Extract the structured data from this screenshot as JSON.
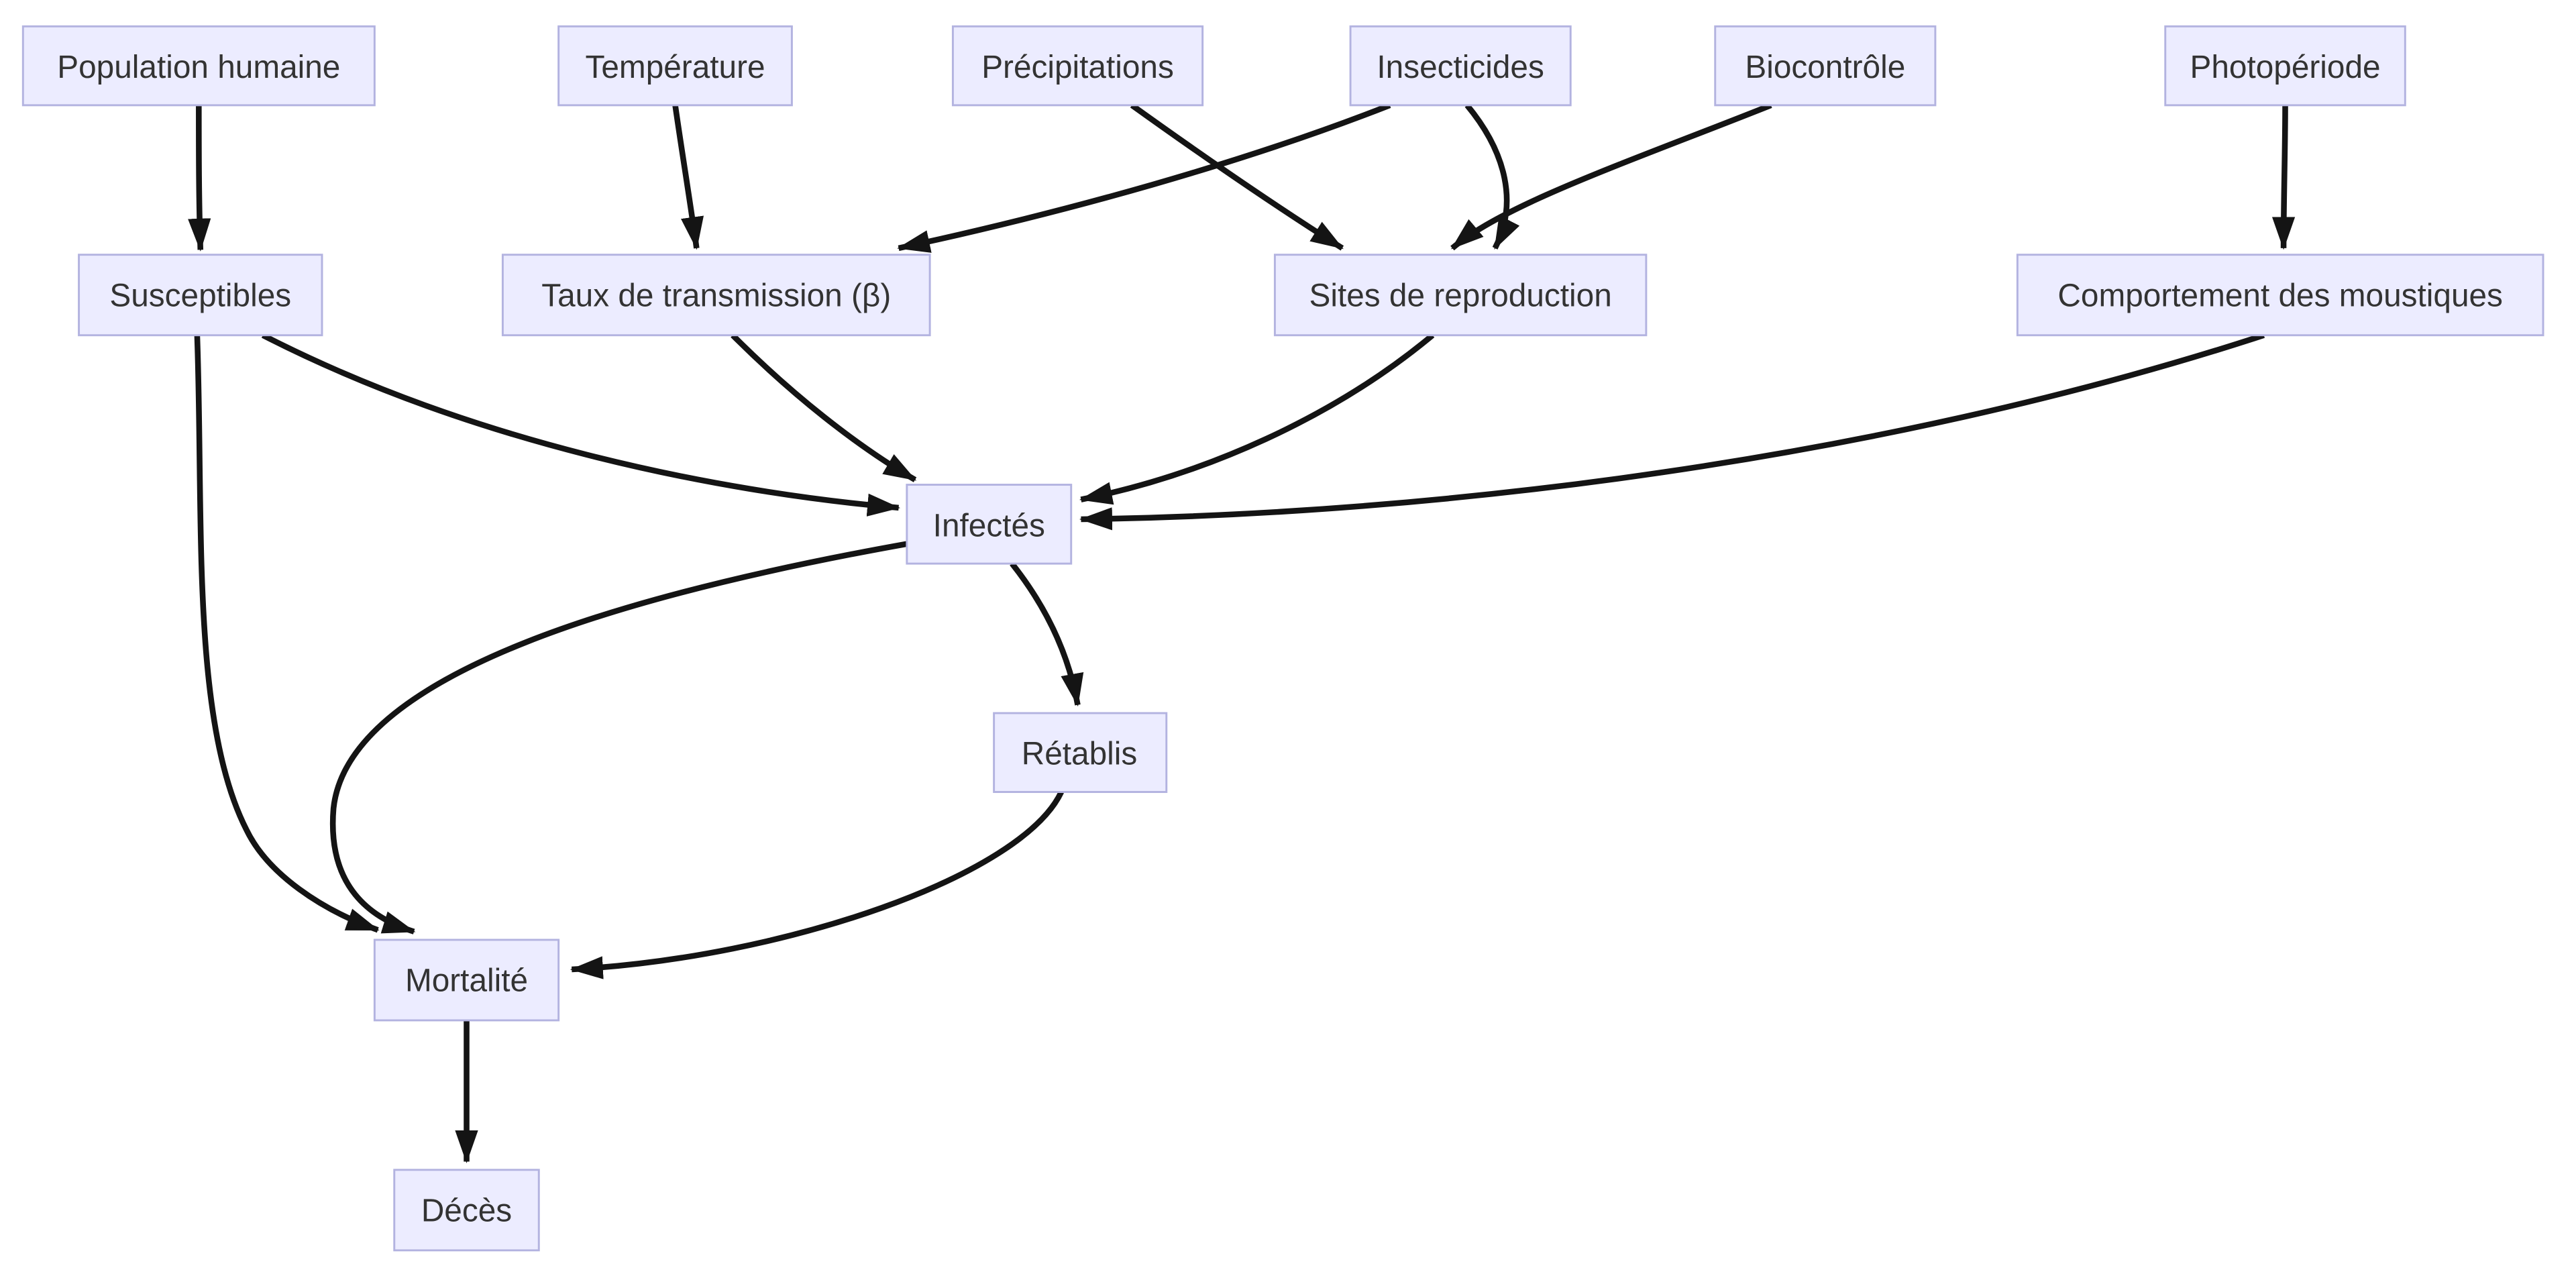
{
  "diagram": {
    "type": "directed-graph",
    "language": "fr",
    "colors": {
      "node_fill": "#ECECFF",
      "node_border": "#b3b3e0",
      "node_text": "#333333",
      "edge": "#141414",
      "background": "#ffffff"
    },
    "nodes": {
      "population_humaine": {
        "label": "Population humaine"
      },
      "temperature": {
        "label": "Température"
      },
      "precipitations": {
        "label": "Précipitations"
      },
      "insecticides": {
        "label": "Insecticides"
      },
      "biocontrole": {
        "label": "Biocontrôle"
      },
      "photoperiode": {
        "label": "Photopériode"
      },
      "susceptibles": {
        "label": "Susceptibles"
      },
      "taux_transmission": {
        "label": "Taux de transmission (β)"
      },
      "sites_reproduction": {
        "label": "Sites de reproduction"
      },
      "comportement_moustiques": {
        "label": "Comportement des moustiques"
      },
      "infectes": {
        "label": "Infectés"
      },
      "retablis": {
        "label": "Rétablis"
      },
      "mortalite": {
        "label": "Mortalité"
      },
      "deces": {
        "label": "Décès"
      }
    },
    "edges": [
      {
        "from": "population_humaine",
        "to": "susceptibles"
      },
      {
        "from": "temperature",
        "to": "taux_transmission"
      },
      {
        "from": "precipitations",
        "to": "sites_reproduction"
      },
      {
        "from": "insecticides",
        "to": "taux_transmission"
      },
      {
        "from": "insecticides",
        "to": "sites_reproduction"
      },
      {
        "from": "biocontrole",
        "to": "sites_reproduction"
      },
      {
        "from": "photoperiode",
        "to": "comportement_moustiques"
      },
      {
        "from": "susceptibles",
        "to": "infectes"
      },
      {
        "from": "taux_transmission",
        "to": "infectes"
      },
      {
        "from": "sites_reproduction",
        "to": "infectes"
      },
      {
        "from": "comportement_moustiques",
        "to": "infectes"
      },
      {
        "from": "infectes",
        "to": "retablis"
      },
      {
        "from": "infectes",
        "to": "mortalite"
      },
      {
        "from": "susceptibles",
        "to": "mortalite"
      },
      {
        "from": "retablis",
        "to": "mortalite"
      },
      {
        "from": "mortalite",
        "to": "deces"
      }
    ]
  }
}
